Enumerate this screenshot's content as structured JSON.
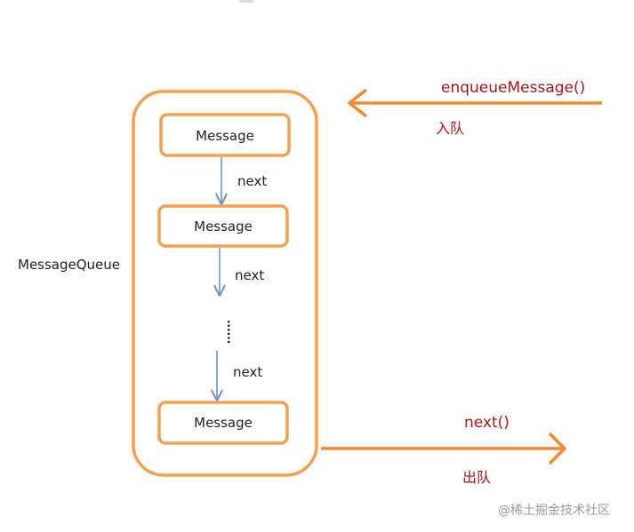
{
  "colors": {
    "orange": "#f5a04e",
    "arrow_orange": "#f08a30",
    "blue_arrow": "#6f95c8",
    "red_text": "#a01818"
  },
  "queue": {
    "label": "MessageQueue",
    "messages": [
      "Message",
      "Message",
      "Message"
    ],
    "links": [
      "next",
      "next",
      "next"
    ],
    "ellipsis": "......"
  },
  "enqueue": {
    "method": "enqueueMessage()",
    "label": "入队"
  },
  "dequeue": {
    "method": "next()",
    "label": "出队"
  },
  "watermark": "@稀土掘金技术社区"
}
